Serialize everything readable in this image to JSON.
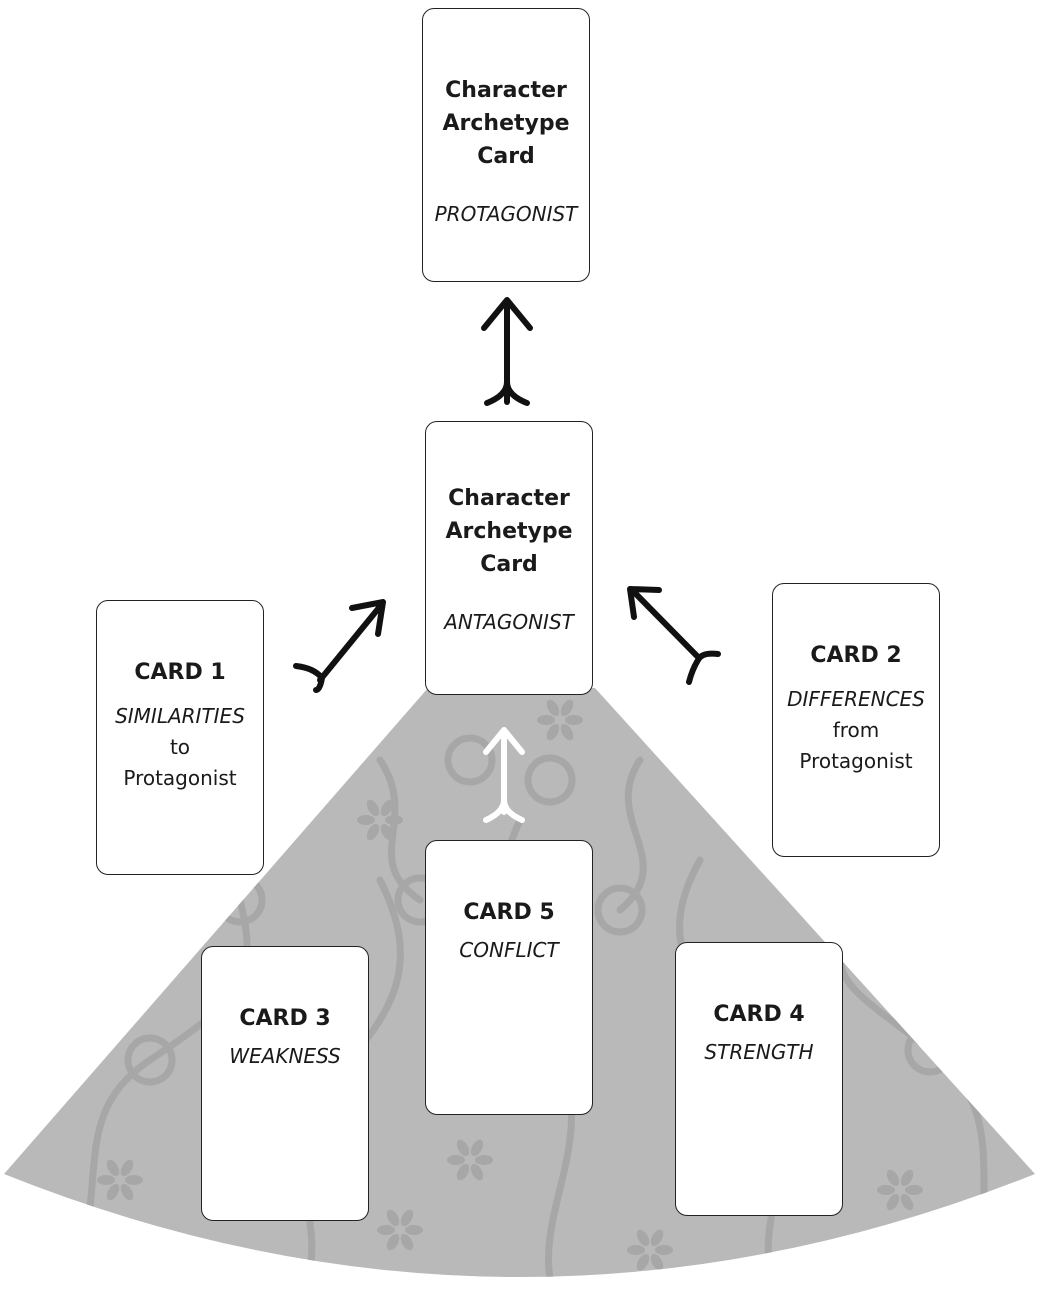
{
  "colors": {
    "fan_fill": "#b9b9b9",
    "vine": "#a7a7a7",
    "card_border": "#222222",
    "arrow_dark": "#111111",
    "arrow_light": "#ffffff"
  },
  "cards": {
    "protagonist": {
      "line1": "Character",
      "line2": "Archetype",
      "line3": "Card",
      "role": "PROTAGONIST"
    },
    "antagonist": {
      "line1": "Character",
      "line2": "Archetype",
      "line3": "Card",
      "role": "ANTAGONIST"
    },
    "card1": {
      "title": "CARD 1",
      "sub": "SIMILARITIES",
      "line2": "to",
      "line3": "Protagonist"
    },
    "card2": {
      "title": "CARD 2",
      "sub": "DIFFERENCES",
      "line2": "from",
      "line3": "Protagonist"
    },
    "card3": {
      "title": "CARD 3",
      "sub": "WEAKNESS"
    },
    "card4": {
      "title": "CARD 4",
      "sub": "STRENGTH"
    },
    "card5": {
      "title": "CARD 5",
      "sub": "CONFLICT"
    }
  },
  "arrows": [
    {
      "name": "antagonist-to-protagonist-arrow",
      "color": "dark"
    },
    {
      "name": "card1-to-antagonist-arrow",
      "color": "dark"
    },
    {
      "name": "card2-to-antagonist-arrow",
      "color": "dark"
    },
    {
      "name": "card5-to-antagonist-arrow",
      "color": "light"
    }
  ]
}
